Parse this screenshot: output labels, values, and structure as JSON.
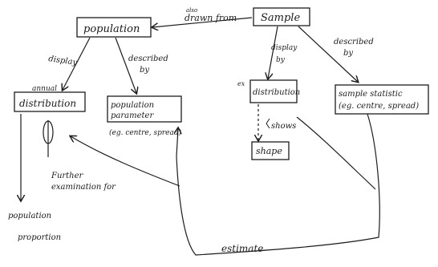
{
  "nodes": {
    "population": "population",
    "sample": "Sample",
    "pop_distribution_top": "annual",
    "pop_distribution": "distribution",
    "pop_parameter_line1": "population",
    "pop_parameter_line2": "parameter",
    "pop_parameter_example": "(eg. centre, spread)",
    "sample_distribution": "distribution",
    "sample_distribution_prefix": "ex",
    "shape": "shape",
    "sample_statistic_line1": "sample statistic",
    "sample_statistic_line2": "(eg. centre, spread)"
  },
  "edges": {
    "drawn_from": "drawn from",
    "drawn_from_small": "also",
    "pop_display_line1": "display",
    "pop_described_line1": "described",
    "pop_described_line2": "by",
    "sample_display_line1": "display",
    "sample_display_line2": "by",
    "sample_described_line1": "described",
    "sample_described_line2": "by",
    "shows": "shows",
    "estimate": "estimate",
    "further_line1": "Further",
    "further_line2": "examination for",
    "pop_proportion_line1": "population",
    "pop_proportion_line2": "proportion"
  },
  "colors": {
    "ink": "#1c1c1c",
    "paper": "#ffffff"
  }
}
